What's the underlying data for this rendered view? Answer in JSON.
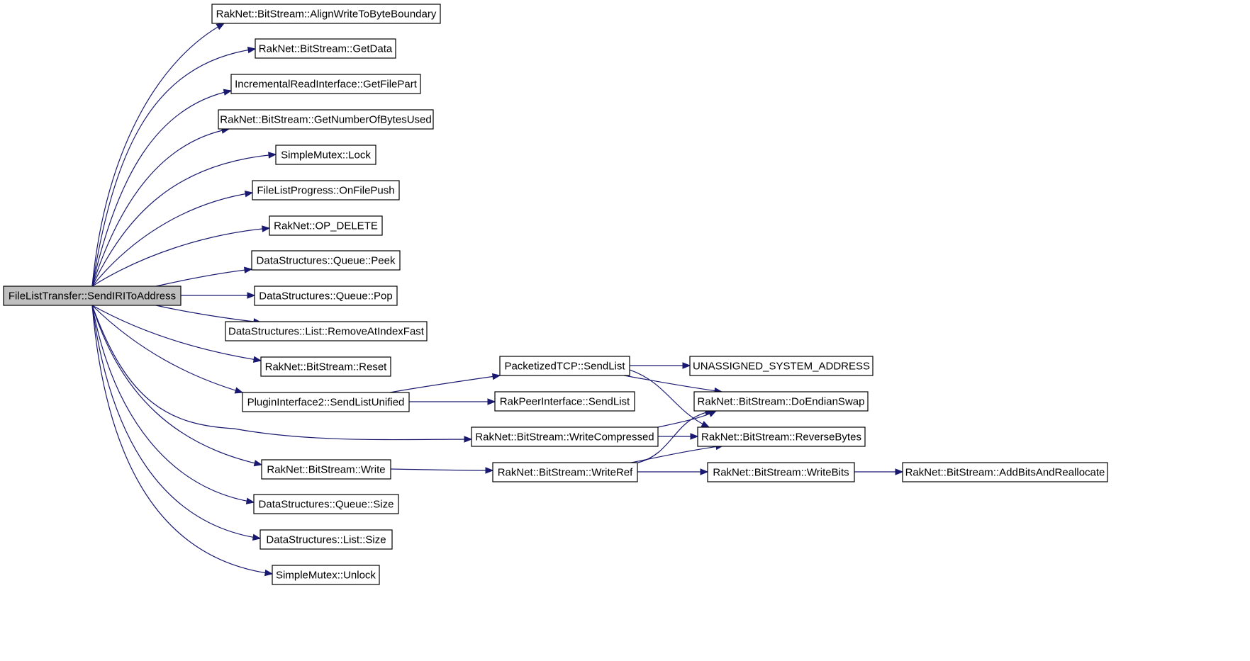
{
  "diagram": {
    "colors": {
      "edge": "#191970",
      "root_fill": "#bfbfbf",
      "node_fill": "#ffffff",
      "node_stroke": "#000000"
    },
    "root": "FileListTransfer::SendIRIToAddress",
    "nodes": [
      {
        "id": "root",
        "label": "FileListTransfer::SendIRIToAddress"
      },
      {
        "id": "align",
        "label": "RakNet::BitStream::AlignWriteToByteBoundary"
      },
      {
        "id": "getdata",
        "label": "RakNet::BitStream::GetData"
      },
      {
        "id": "getfilepart",
        "label": "IncrementalReadInterface::GetFilePart"
      },
      {
        "id": "getnumbytes",
        "label": "RakNet::BitStream::GetNumberOfBytesUsed"
      },
      {
        "id": "lock",
        "label": "SimpleMutex::Lock"
      },
      {
        "id": "onfilepush",
        "label": "FileListProgress::OnFilePush"
      },
      {
        "id": "opdelete",
        "label": "RakNet::OP_DELETE"
      },
      {
        "id": "peek",
        "label": "DataStructures::Queue::Peek"
      },
      {
        "id": "pop",
        "label": "DataStructures::Queue::Pop"
      },
      {
        "id": "removeat",
        "label": "DataStructures::List::RemoveAtIndexFast"
      },
      {
        "id": "reset",
        "label": "RakNet::BitStream::Reset"
      },
      {
        "id": "sendlistunified",
        "label": "PluginInterface2::SendListUnified"
      },
      {
        "id": "write",
        "label": "RakNet::BitStream::Write"
      },
      {
        "id": "qsize",
        "label": "DataStructures::Queue::Size"
      },
      {
        "id": "lsize",
        "label": "DataStructures::List::Size"
      },
      {
        "id": "unlock",
        "label": "SimpleMutex::Unlock"
      },
      {
        "id": "ptcpsendlist",
        "label": "PacketizedTCP::SendList"
      },
      {
        "id": "rakpeersendlist",
        "label": "RakPeerInterface::SendList"
      },
      {
        "id": "writecompressed",
        "label": "RakNet::BitStream::WriteCompressed"
      },
      {
        "id": "writeref",
        "label": "RakNet::BitStream::WriteRef"
      },
      {
        "id": "unassigned",
        "label": "UNASSIGNED_SYSTEM_ADDRESS"
      },
      {
        "id": "doendian",
        "label": "RakNet::BitStream::DoEndianSwap"
      },
      {
        "id": "reversebytes",
        "label": "RakNet::BitStream::ReverseBytes"
      },
      {
        "id": "writebits",
        "label": "RakNet::BitStream::WriteBits"
      },
      {
        "id": "addbits",
        "label": "RakNet::BitStream::AddBitsAndReallocate"
      }
    ],
    "edges": [
      {
        "from": "root",
        "to": "align"
      },
      {
        "from": "root",
        "to": "getdata"
      },
      {
        "from": "root",
        "to": "getfilepart"
      },
      {
        "from": "root",
        "to": "getnumbytes"
      },
      {
        "from": "root",
        "to": "lock"
      },
      {
        "from": "root",
        "to": "onfilepush"
      },
      {
        "from": "root",
        "to": "opdelete"
      },
      {
        "from": "root",
        "to": "peek"
      },
      {
        "from": "root",
        "to": "pop"
      },
      {
        "from": "root",
        "to": "removeat"
      },
      {
        "from": "root",
        "to": "reset"
      },
      {
        "from": "root",
        "to": "sendlistunified"
      },
      {
        "from": "root",
        "to": "writecompressed"
      },
      {
        "from": "root",
        "to": "write"
      },
      {
        "from": "root",
        "to": "qsize"
      },
      {
        "from": "root",
        "to": "lsize"
      },
      {
        "from": "root",
        "to": "unlock"
      },
      {
        "from": "sendlistunified",
        "to": "ptcpsendlist"
      },
      {
        "from": "sendlistunified",
        "to": "rakpeersendlist"
      },
      {
        "from": "ptcpsendlist",
        "to": "unassigned"
      },
      {
        "from": "ptcpsendlist",
        "to": "doendian"
      },
      {
        "from": "ptcpsendlist",
        "to": "reversebytes"
      },
      {
        "from": "writecompressed",
        "to": "doendian"
      },
      {
        "from": "writecompressed",
        "to": "reversebytes"
      },
      {
        "from": "write",
        "to": "writeref"
      },
      {
        "from": "writeref",
        "to": "doendian"
      },
      {
        "from": "writeref",
        "to": "reversebytes"
      },
      {
        "from": "writeref",
        "to": "writebits"
      },
      {
        "from": "writebits",
        "to": "addbits"
      }
    ]
  }
}
